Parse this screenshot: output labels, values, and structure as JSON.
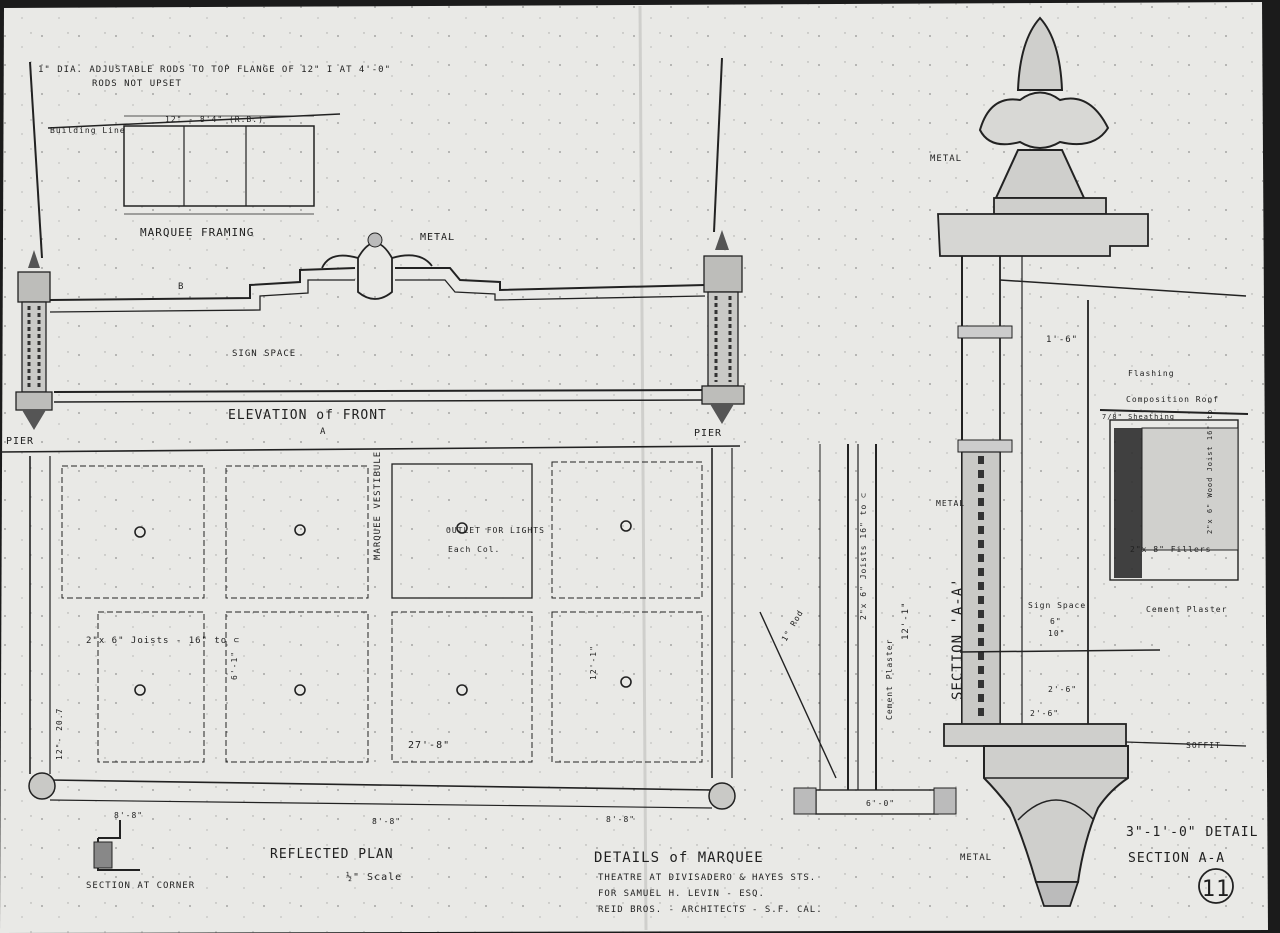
{
  "notes": {
    "rods": "1\" DIA. ADJUSTABLE RODS TO TOP FLANGE OF 12\" I AT 4'-0\"",
    "rods_2": "RODS NOT UPSET",
    "building_line": "Building Line",
    "framing_dim_top": "12\" - 8'4\" (R.B.)",
    "framing_title": "MARQUEE FRAMING",
    "metal_crest": "METAL",
    "sign_space": "SIGN SPACE",
    "elev_title": "ELEVATION of FRONT",
    "pier_left": "PIER",
    "pier_right": "PIER",
    "section_mark_b": "B",
    "section_mark_a": "A",
    "marquee_vestibule": "MARQUEE VESTIBULE",
    "outlet_lights": "OUTLET FOR LIGHTS",
    "outlet_each": "Each Col.",
    "joists": "2\"x 6\" Joists - 16\" to ⊂",
    "dim_6_1": "6'-1\"",
    "dim_12_1": "12'-1\"",
    "dim_27_8": "27'-8\"",
    "dim_8_8a": "8'-8\"",
    "dim_8_8b": "8'-8\"",
    "dim_8_8c": "8'-8\"",
    "dim_12_20_7": "12\"- 20.7",
    "rod_label": "1\" Rod",
    "joists_vert": "2\"x 6\" Joists 16\" to ⊂",
    "cement_plaster_v": "Cement Plaster",
    "dim_12_1_v": "12'-1\"",
    "dim_6_0": "6'-0\"",
    "metal_top": "METAL",
    "section_aa": "SECTION 'A-A'",
    "flashing": "Flashing",
    "composition_roof": "Composition Roof",
    "sheathing": "7/8\" Sheathing",
    "dim_1_6": "1'-6\"",
    "wood_joist": "2\"x 6\" Wood Joist 16\" to ⊂",
    "fillers": "2\"x 8\" Fillers",
    "cement_plaster": "Cement Plaster",
    "sign_space_2": "Sign Space",
    "dim_6": "6\"",
    "dim_10": "10\"",
    "dim_2_6a": "2'-6\"",
    "dim_2_6b": "2'-6\"",
    "soffit": "SOFFIT",
    "metal_left": "METAL",
    "metal_bottom": "METAL",
    "detail_scale": "3\"-1'-0\" DETAIL",
    "detail_section": "SECTION A-A",
    "reflected_plan": "REFLECTED PLAN",
    "plan_scale": "½\" Scale",
    "section_corner": "SECTION AT CORNER",
    "details_title": "DETAILS of MARQUEE",
    "theatre_line": "THEATRE AT DIVISADERO & HAYES STS.",
    "owner_line": "FOR SAMUEL H. LEVIN - ESQ.",
    "architects_line": "REID BROS. - ARCHITECTS - S.F. CAL.",
    "sheet_number": "11"
  }
}
